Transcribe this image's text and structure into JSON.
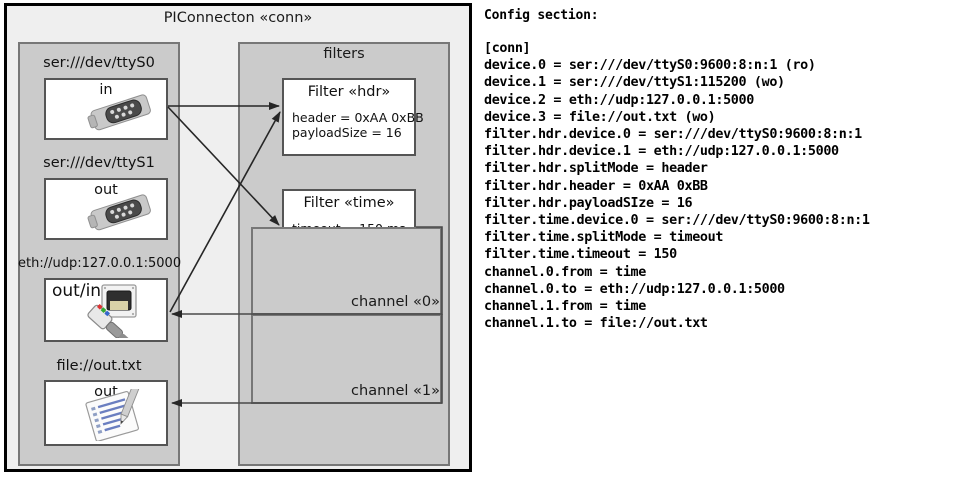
{
  "diagram": {
    "title": "PIConnecton «conn»",
    "devices_group": {
      "items": [
        {
          "caption": "ser:///dev/ttyS0",
          "label": "in",
          "icon": "serial-port-icon"
        },
        {
          "caption": "ser:///dev/ttyS1",
          "label": "out",
          "icon": "serial-port-icon"
        },
        {
          "caption": "eth://udp:127.0.0.1:5000",
          "label": "out/in",
          "icon": "ethernet-jack-icon"
        },
        {
          "caption": "file://out.txt",
          "label": "out",
          "icon": "document-pencil-icon"
        }
      ]
    },
    "filters_group": {
      "label": "filters",
      "filters": [
        {
          "title": "Filter «hdr»",
          "attrs": [
            "header = 0xAA 0xBB",
            "payloadSize = 16"
          ]
        },
        {
          "title": "Filter «time»",
          "attrs": [
            "timeout = 150 ms"
          ]
        }
      ],
      "channels": [
        {
          "label": "channel «0»"
        },
        {
          "label": "channel «1»"
        }
      ]
    }
  },
  "config": {
    "heading": "Config section:",
    "text": "[conn]\ndevice.0 = ser:///dev/ttyS0:9600:8:n:1 (ro)\ndevice.1 = ser:///dev/ttyS1:115200 (wo)\ndevice.2 = eth://udp:127.0.0.1:5000\ndevice.3 = file://out.txt (wo)\nfilter.hdr.device.0 = ser:///dev/ttyS0:9600:8:n:1\nfilter.hdr.device.1 = eth://udp:127.0.0.1:5000\nfilter.hdr.splitMode = header\nfilter.hdr.header = 0xAA 0xBB\nfilter.hdr.payloadSIze = 16\nfilter.time.device.0 = ser:///dev/ttyS0:9600:8:n:1\nfilter.time.splitMode = timeout\nfilter.time.timeout = 150\nchannel.0.from = time\nchannel.0.to = eth://udp:127.0.0.1:5000\nchannel.1.from = time\nchannel.1.to = file://out.txt"
  },
  "colors": {
    "frame": "#000000",
    "canvas": "#efefef",
    "group_fill": "#cbcbcb",
    "group_stroke": "#777777",
    "node_fill": "#ffffff",
    "node_stroke": "#555555",
    "wire": "#262626"
  }
}
